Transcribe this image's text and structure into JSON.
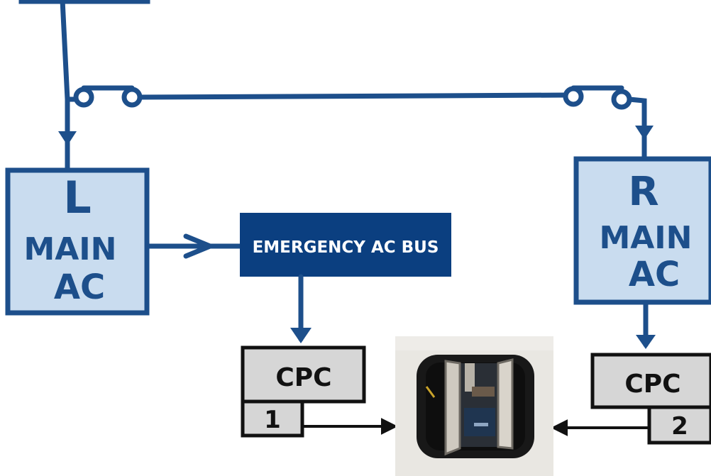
{
  "diagram": {
    "left_main": {
      "line1": "L",
      "line2": "MAIN",
      "line3": "AC"
    },
    "right_main": {
      "line1": "R",
      "line2": "MAIN",
      "line3": "AC"
    },
    "emergency_bus": {
      "label": "EMERGENCY AC BUS"
    },
    "cpc_left": {
      "label": "CPC",
      "number": "1"
    },
    "cpc_right": {
      "label": "CPC",
      "number": "2"
    },
    "colors": {
      "line": "#1d4f8b",
      "box_fill": "#c9dcef",
      "emergency_fill": "#0b3f80",
      "cpc_fill": "#d6d6d6",
      "cpc_stroke": "#111111"
    },
    "photo": {
      "icon": "outflow-valve-photo"
    }
  }
}
